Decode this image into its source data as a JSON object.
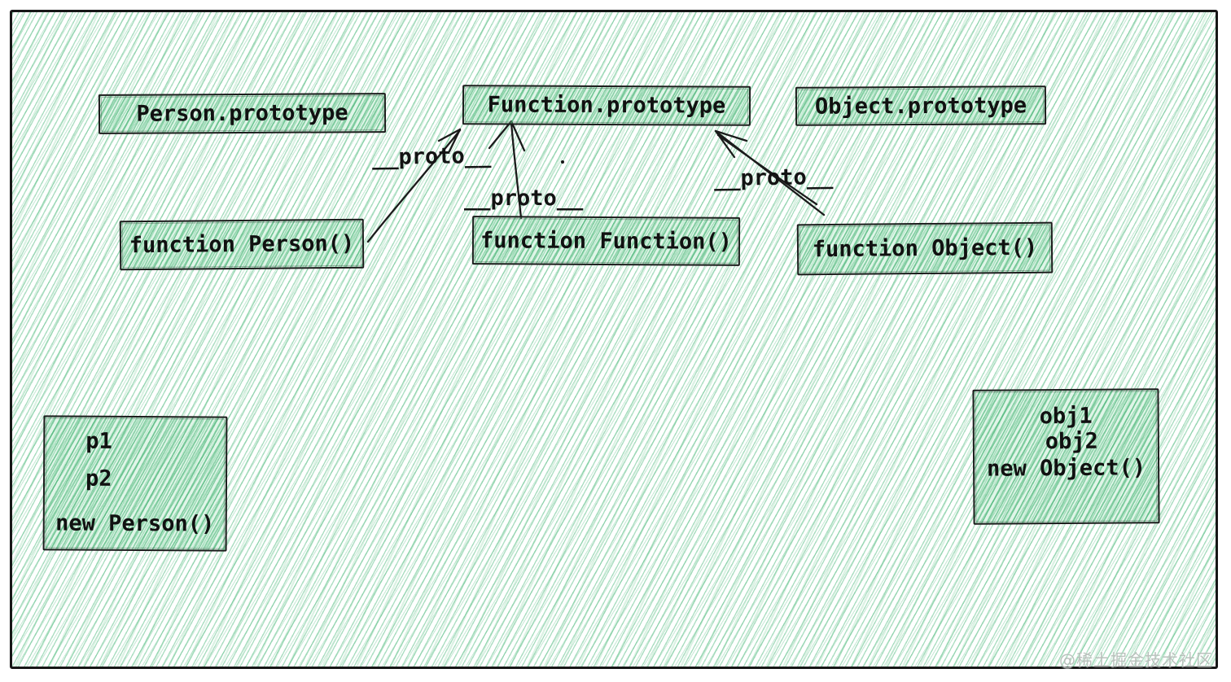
{
  "diagram": {
    "type": "prototype-chain-sketch",
    "colors": {
      "hatch_green": "#5ebd86",
      "box_fill_green": "#97ddb3",
      "stroke": "#1b1b1b",
      "text": "#111111",
      "watermark_gray": "#afb6b2"
    },
    "nodes": {
      "person_prototype": {
        "label": "Person.prototype"
      },
      "function_prototype": {
        "label": "Function.prototype"
      },
      "object_prototype": {
        "label": "Object.prototype"
      },
      "function_person": {
        "label": "function Person()"
      },
      "function_function": {
        "label": "function Function()"
      },
      "function_object": {
        "label": "function Object()"
      },
      "person_instances": {
        "lines": [
          "p1",
          "p2",
          "new Person()"
        ]
      },
      "object_instances": {
        "lines": [
          "obj1",
          "obj2",
          "new Object()"
        ]
      }
    },
    "edges": [
      {
        "from": "function Person()",
        "to": "Function.prototype",
        "label": "__proto__"
      },
      {
        "from": "function Function()",
        "to": "Function.prototype",
        "label": "__proto__"
      },
      {
        "from": "function Object()",
        "to": "Function.prototype",
        "label": "__proto__"
      }
    ],
    "watermark": "@稀土掘金技术社区"
  }
}
